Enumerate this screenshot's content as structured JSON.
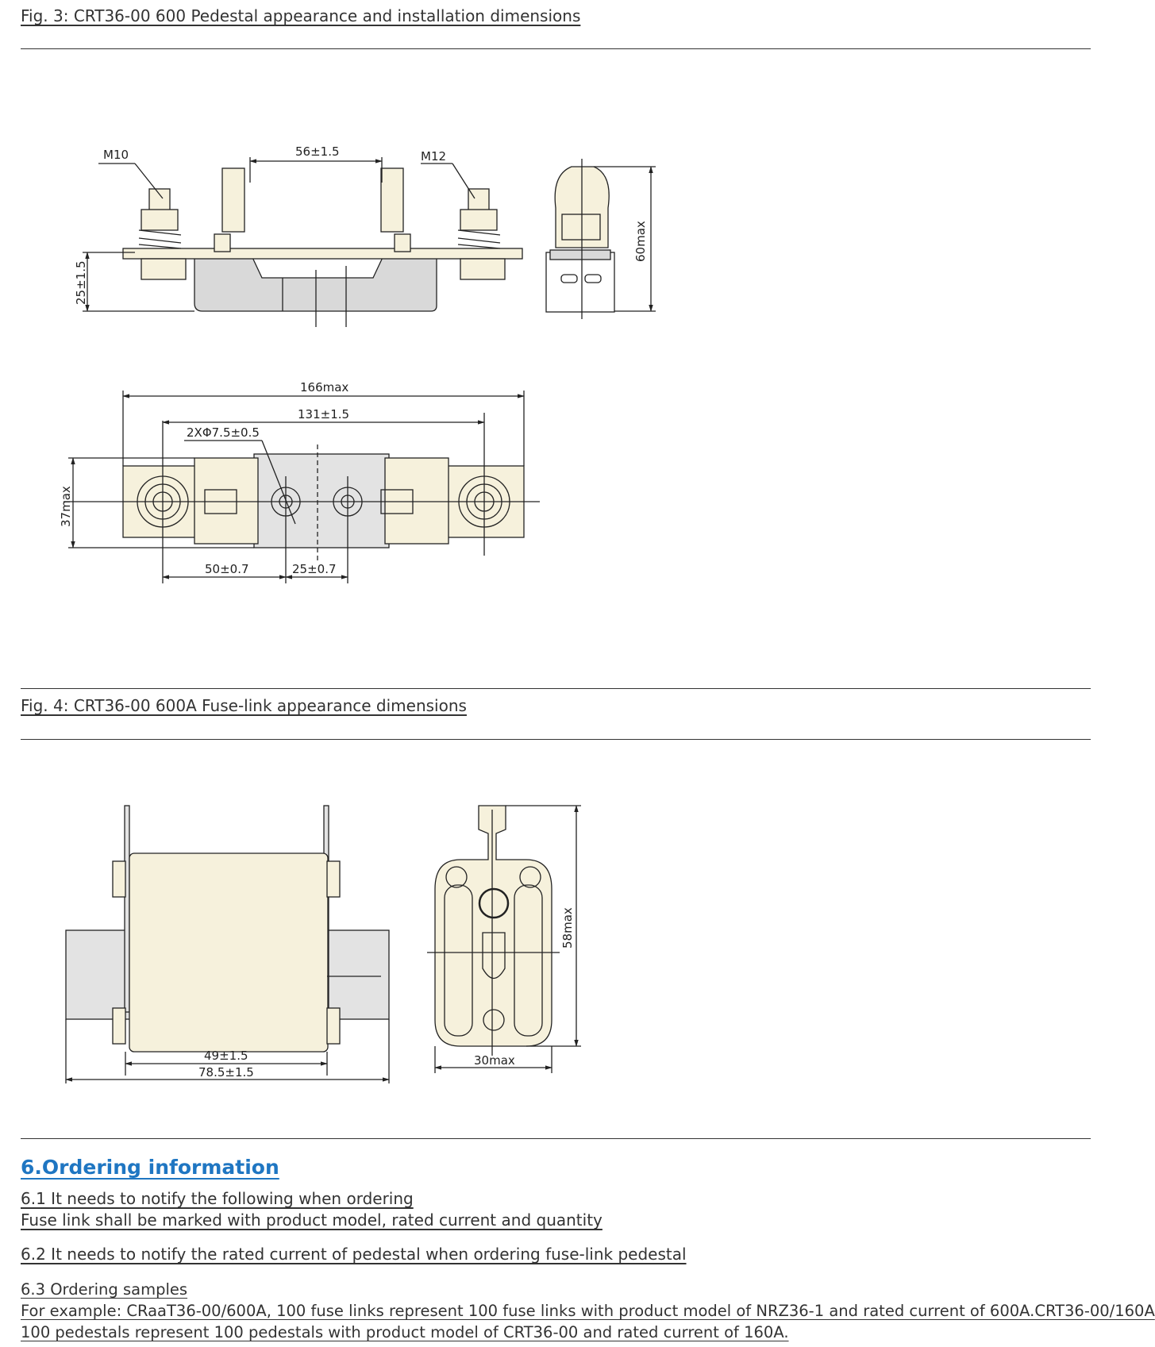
{
  "figures": {
    "fig3": {
      "caption": "Fig. 3:  CRT36-00  600 Pedestal appearance and installation dimensions",
      "labels": {
        "m10": "M10",
        "m12": "M12",
        "gap": "56±1.5",
        "height25": "25±1.5",
        "height60": "60max",
        "length166": "166max",
        "length131": "131±1.5",
        "holes": "2XΦ7.5±0.5",
        "width37": "37max",
        "offset50": "50±0.7",
        "offset25": "25±0.7"
      }
    },
    "fig4": {
      "caption": "Fig. 4:  CRT36-00  600A Fuse-link appearance dimensions",
      "labels": {
        "body49": "49±1.5",
        "total78": "78.5±1.5",
        "height58": "58max",
        "width30": "30max"
      }
    }
  },
  "ordering": {
    "title": "6.Ordering information",
    "p1_line1": "6.1 It needs to notify the following when ordering",
    "p1_line2": "Fuse link shall be marked with product model, rated current and quantity",
    "p2": "6.2 It needs to notify the rated current of pedestal when ordering fuse-link pedestal",
    "p3_line1": "6.3 Ordering samples",
    "p3_line2": "For example: CRaaT36-00/600A, 100 fuse links represent 100 fuse links with product model of NRZ36-1 and rated current of 600A.CRT36-00/160A",
    "p3_line3": "100 pedestals represent 100 pedestals with product model of CRT36-00 and rated current of 160A."
  },
  "colors": {
    "part_fill": "#f6f1dc",
    "base_fill": "#d9d9d9",
    "accent": "#1f76c2"
  }
}
